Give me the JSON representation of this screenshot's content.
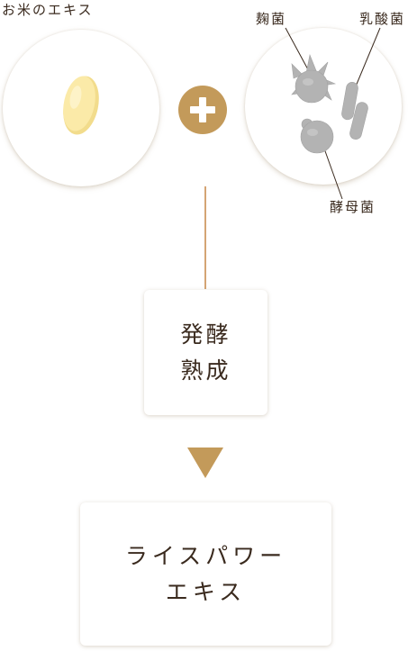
{
  "ingredients": {
    "rice_label": "お米のエキス",
    "koji_label": "麹菌",
    "lactic_label": "乳酸菌",
    "yeast_label": "酵母菌"
  },
  "process": {
    "step_line1": "発酵",
    "step_line2": "熟成"
  },
  "result": {
    "line1": "ライスパワー",
    "line2": "エキス"
  },
  "colors": {
    "accent": "#c39a5a",
    "connector": "#d4a474",
    "rice_grain": "#fbeaa8",
    "microbe": "#b3b3b3"
  }
}
